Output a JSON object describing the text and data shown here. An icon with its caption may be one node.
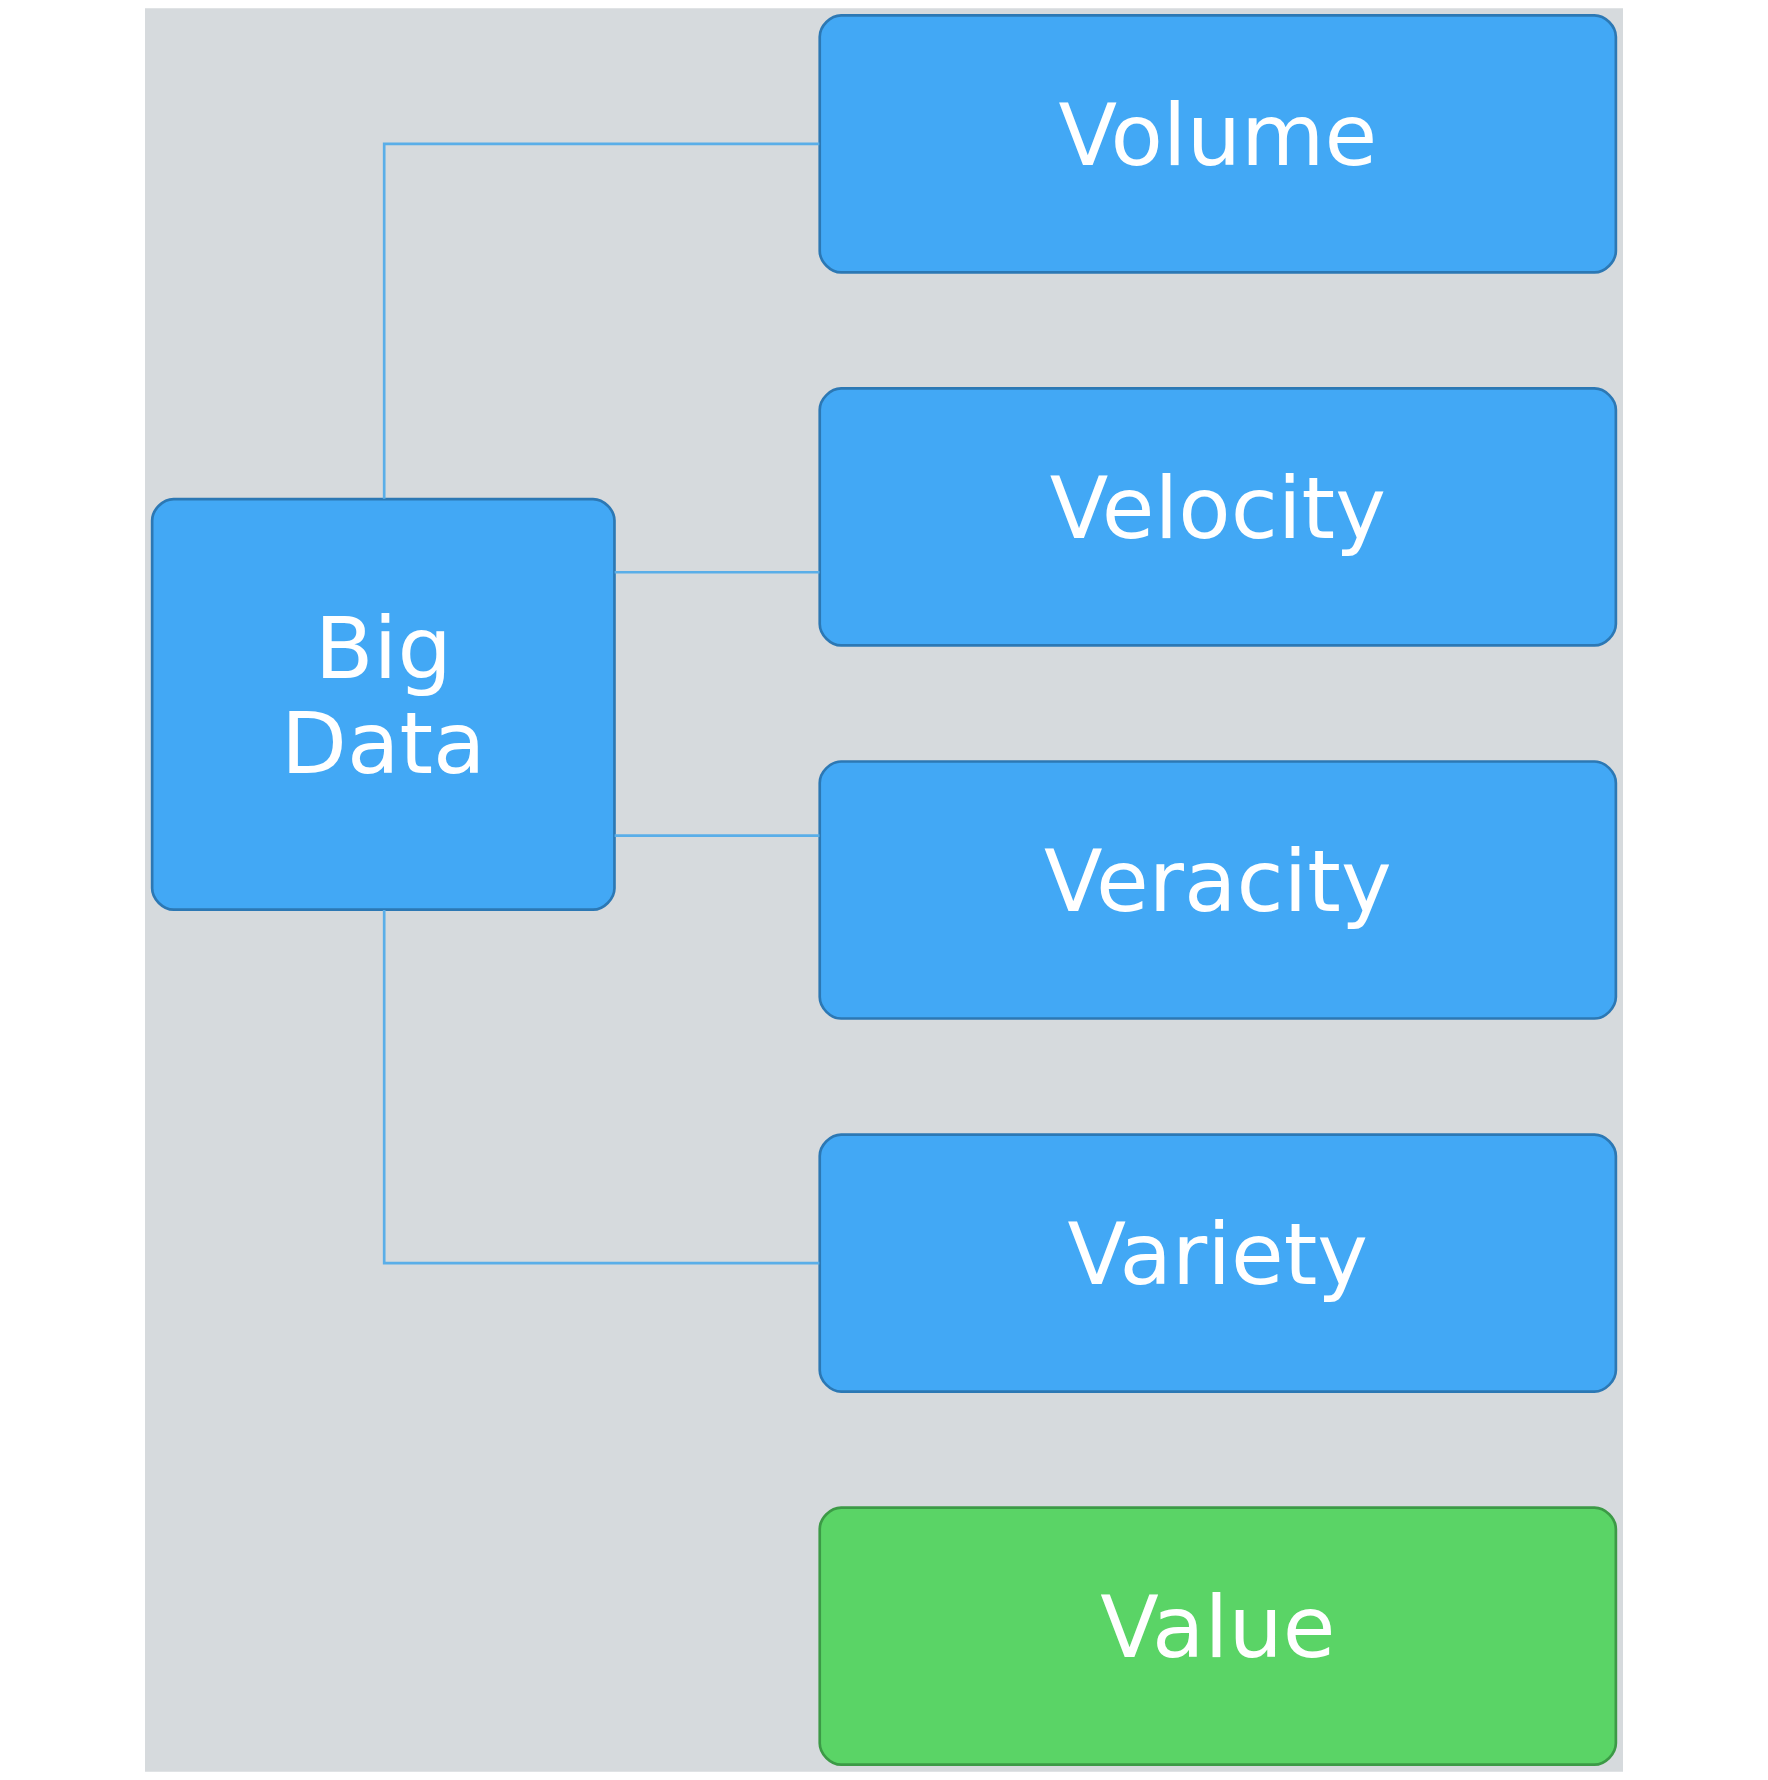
{
  "diagram": {
    "nodes": [
      {
        "text": [
          "Big Data"
        ]
      },
      {
        "text": [
          "Volume"
        ]
      },
      {
        "text": [
          "Velocity"
        ]
      },
      {
        "text": [
          "Veracity"
        ]
      },
      {
        "text": [
          "Variety"
        ]
      },
      {
        "text": [
          "Value"
        ]
      }
    ],
    "edges": [
      {
        "from": 0,
        "to": 1,
        "arrow": "none"
      },
      {
        "from": 0,
        "to": 2,
        "arrow": "none"
      },
      {
        "from": 0,
        "to": 3,
        "arrow": "none"
      },
      {
        "from": 0,
        "to": 4,
        "arrow": "none"
      }
    ]
  }
}
